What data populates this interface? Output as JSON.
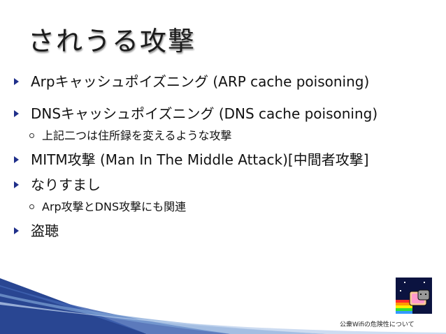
{
  "slide": {
    "title": "されうる攻撃",
    "bullets": [
      {
        "text": "Arpキャッシュポイズニング (ARP cache poisoning)"
      },
      {
        "text": "DNSキャッシュポイズニング (DNS cache poisoning)",
        "sub": "上記二つは住所録を変えるような攻撃"
      },
      {
        "text": "MITM攻撃 (Man In The Middle Attack)[中間者攻撃]"
      },
      {
        "text": "なりすまし",
        "sub": "Arp攻撃とDNS攻撃にも関連"
      },
      {
        "text": "盗聴"
      }
    ],
    "footer": "公衆Wifiの危険性について"
  },
  "icons": {
    "bullet": "arrow-bullet-icon",
    "sub_bullet": "circle-bullet-icon",
    "logo": "nyan-cat-logo-icon"
  },
  "colors": {
    "bullet": "#1f2f8a",
    "wave_dark": "#1e3c8c",
    "wave_light": "#7ea3d6",
    "text": "#111111"
  }
}
